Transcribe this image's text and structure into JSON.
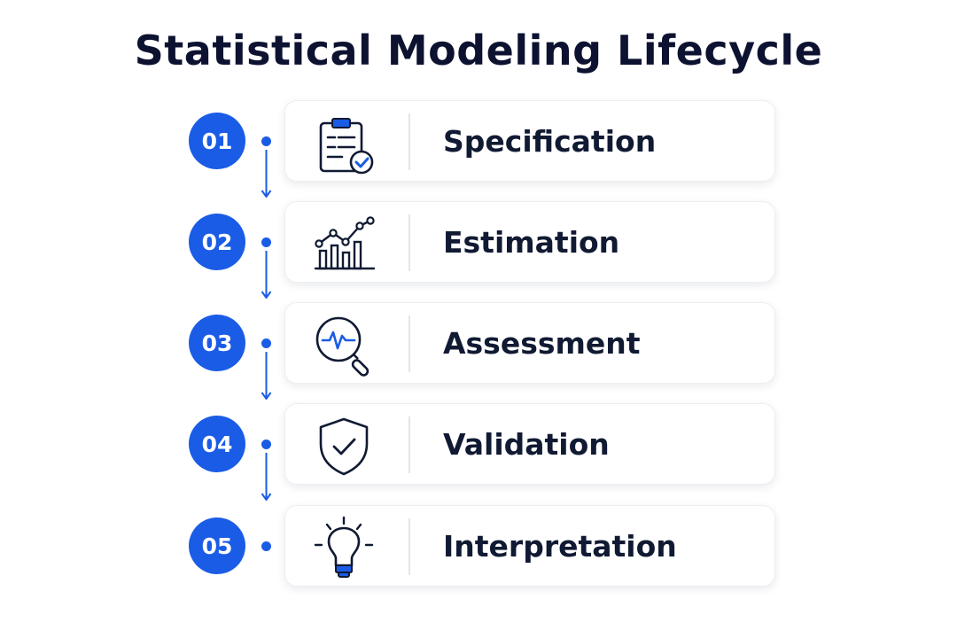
{
  "title": "Statistical Modeling Lifecycle",
  "colors": {
    "accent": "#1a5ce6",
    "text": "#111a33",
    "card_border": "#eceef3"
  },
  "steps": [
    {
      "number": "01",
      "label": "Specification",
      "icon": "clipboard-check-icon"
    },
    {
      "number": "02",
      "label": "Estimation",
      "icon": "bar-line-chart-icon"
    },
    {
      "number": "03",
      "label": "Assessment",
      "icon": "magnifier-pulse-icon"
    },
    {
      "number": "04",
      "label": "Validation",
      "icon": "shield-check-icon"
    },
    {
      "number": "05",
      "label": "Interpretation",
      "icon": "lightbulb-icon"
    }
  ]
}
